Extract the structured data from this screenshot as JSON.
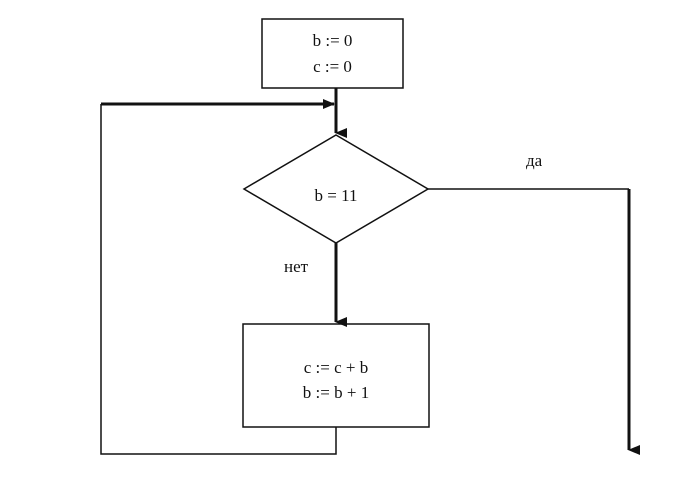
{
  "flowchart": {
    "init_block": {
      "lines": [
        "b := 0",
        "c := 0"
      ]
    },
    "condition": {
      "text": "b = 11",
      "yes_label": "да",
      "no_label": "нет"
    },
    "body_block": {
      "lines": [
        "c := c + b",
        "b := b + 1"
      ]
    }
  }
}
